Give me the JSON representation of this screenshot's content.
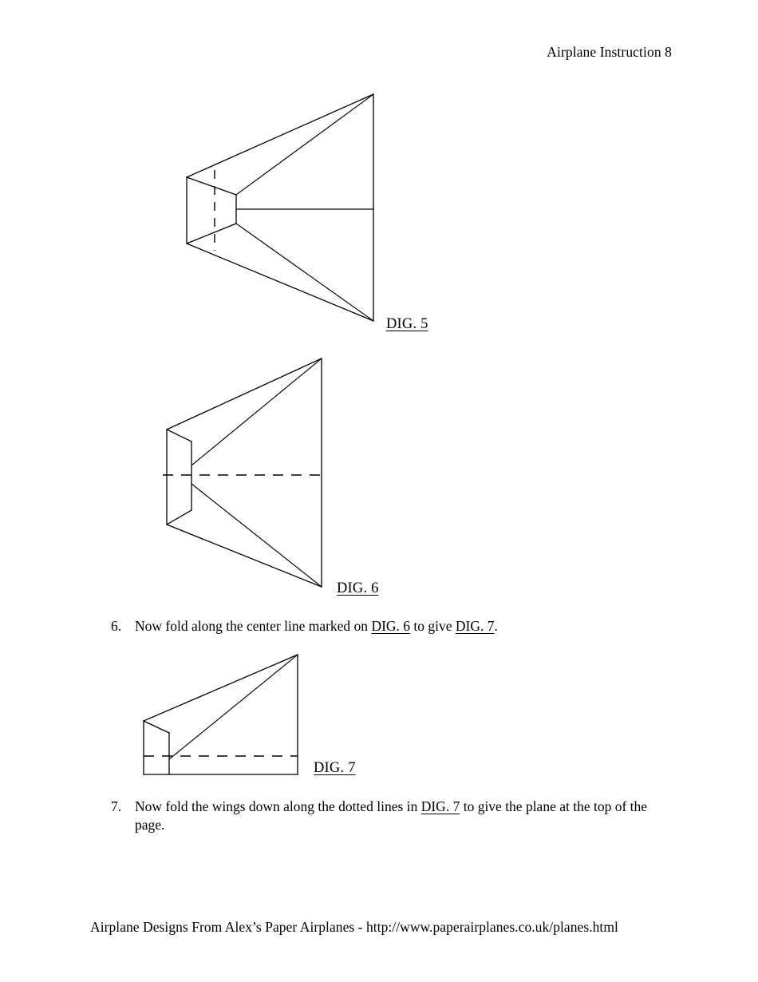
{
  "document": {
    "header_title": "Airplane Instruction 8",
    "footer_text": "Airplane Designs From Alex’s Paper Airplanes - http://www.paperairplanes.co.uk/planes.html"
  },
  "figures": [
    {
      "id": "fig5",
      "label": "DIG. 5",
      "description": "Top view of folded paper plane with dashed vertical fold line near the nose"
    },
    {
      "id": "fig6",
      "label": "DIG. 6",
      "description": "Top view of paper plane with horizontal dashed center fold line"
    },
    {
      "id": "fig7",
      "label": "DIG. 7",
      "description": "Side view of plane folded in half with horizontal dashed wing fold line"
    }
  ],
  "steps": [
    {
      "number": "6.",
      "parts": [
        {
          "text": "Now fold along the center line marked on ",
          "ref": false
        },
        {
          "text": "DIG. 6",
          "ref": true
        },
        {
          "text": " to give ",
          "ref": false
        },
        {
          "text": "DIG. 7",
          "ref": true
        },
        {
          "text": ".",
          "ref": false
        }
      ],
      "plain": "Now fold along the center line marked on DIG. 6 to give DIG. 7."
    },
    {
      "number": "7.",
      "parts": [
        {
          "text": "Now fold the wings down along the dotted lines in ",
          "ref": false
        },
        {
          "text": "DIG. 7",
          "ref": true
        },
        {
          "text": " to give the plane at the top of the page.",
          "ref": false
        }
      ],
      "plain": "Now fold the wings down along the dotted lines in DIG. 7 to give the plane at the top of the page."
    }
  ]
}
